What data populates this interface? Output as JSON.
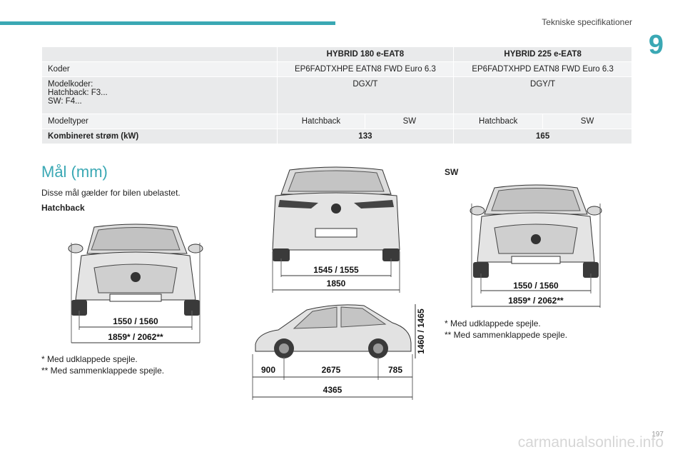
{
  "header": {
    "title": "Tekniske specifikationer",
    "chapter": "9"
  },
  "table": {
    "col1": "HYBRID 180 e-EAT8",
    "col2": "HYBRID 225 e-EAT8",
    "rows": {
      "koder": {
        "label": "Koder",
        "v1": "EP6FADTXHPE EATN8 FWD Euro 6.3",
        "v2": "EP6FADTXHPD EATN8 FWD Euro 6.3"
      },
      "modelkoder": {
        "l1": "Modelkoder:",
        "l2": "Hatchback: F3...",
        "l3": "SW: F4...",
        "v1": "DGX/T",
        "v2": "DGY/T"
      },
      "modeltyper": {
        "label": "Modeltyper",
        "a": "Hatchback",
        "b": "SW",
        "c": "Hatchback",
        "d": "SW"
      },
      "power": {
        "label": "Kombineret strøm (kW)",
        "v1": "133",
        "v2": "165"
      }
    }
  },
  "section": {
    "title": "Mål (mm)",
    "intro": "Disse mål gælder for bilen ubelastet.",
    "hatchback_label": "Hatchback",
    "sw_label": "SW",
    "note1": "* Med udklappede spejle.",
    "note2": "** Med sammenklappede spejle."
  },
  "dims": {
    "track_front": "1550 / 1560",
    "mirror_width": "1859* / 2062**",
    "track_rear": "1545 / 1555",
    "body_width": "1850",
    "height": "1460 / 1465",
    "front_overhang": "900",
    "wheelbase": "2675",
    "rear_overhang": "785",
    "length": "4365"
  },
  "footer": {
    "page": "197",
    "watermark": "carmanualsonline.info"
  }
}
